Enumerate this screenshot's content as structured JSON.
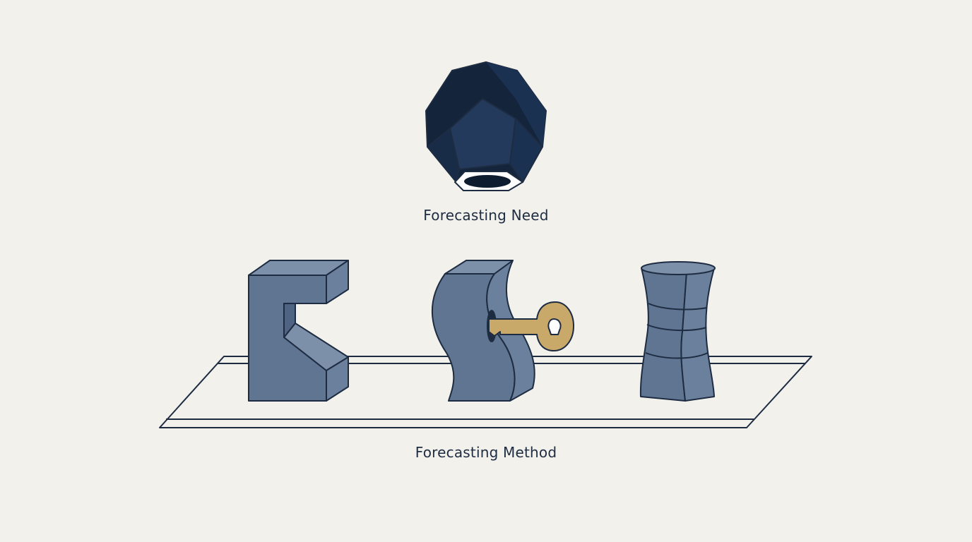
{
  "diagram": {
    "need_label": "Forecasting Need",
    "method_label": "Forecasting Method",
    "colors": {
      "background": "#f2f1ec",
      "outline": "#1e2c42",
      "need_dark": "#13243b",
      "need_mid": "#1b3152",
      "need_face": "#233a5c",
      "method_front": "#5f7592",
      "method_top": "#7d90aa",
      "method_side": "#6b809c",
      "key": "#c8a96a"
    },
    "elements": [
      {
        "name": "forecasting-need-polyhedron-icon",
        "depicts": "dark polyhedron with hexagonal socket"
      },
      {
        "name": "c-shaped-block-icon",
        "depicts": "C-shaped block"
      },
      {
        "name": "s-curved-block-icon",
        "depicts": "S-curved block with keyhole"
      },
      {
        "name": "key-icon",
        "depicts": "golden key"
      },
      {
        "name": "hourglass-block-icon",
        "depicts": "hourglass-shaped column"
      },
      {
        "name": "method-platform",
        "depicts": "flat parallelogram platform"
      }
    ]
  }
}
